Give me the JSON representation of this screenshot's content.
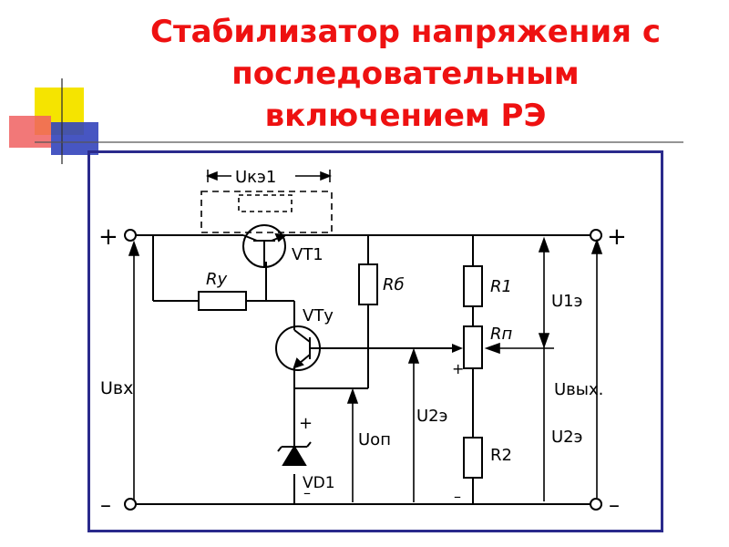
{
  "slide": {
    "title_lines": [
      "Стабилизатор напряжения с",
      "последовательным",
      "включением РЭ"
    ]
  },
  "colors": {
    "title": "#ee1111",
    "frame": "#2a2a8c",
    "deco_yellow": "#f5e400",
    "deco_red": "#f06060",
    "deco_blue": "#3344bb"
  },
  "circuit": {
    "labels": {
      "u_ke": "Uкэ1",
      "vt1": "VT1",
      "ry": "Rу",
      "rb": "Rб",
      "r1": "R1",
      "rp": "Rп",
      "r2": "R2",
      "vty": "VTу",
      "u_vx": "Uвх",
      "u_op": "Uоп",
      "u_2e": "U2э",
      "u_1e": "U1э",
      "u_vyx": "Uвых.",
      "u_2e_right": "U2э",
      "vd1": "VD1",
      "plus_in": "+",
      "minus_in": "–",
      "plus_out": "+",
      "minus_out": "–",
      "vd_plus": "+",
      "vd_minus": "–",
      "rp_plus": "+",
      "r2_minus": "–"
    }
  }
}
